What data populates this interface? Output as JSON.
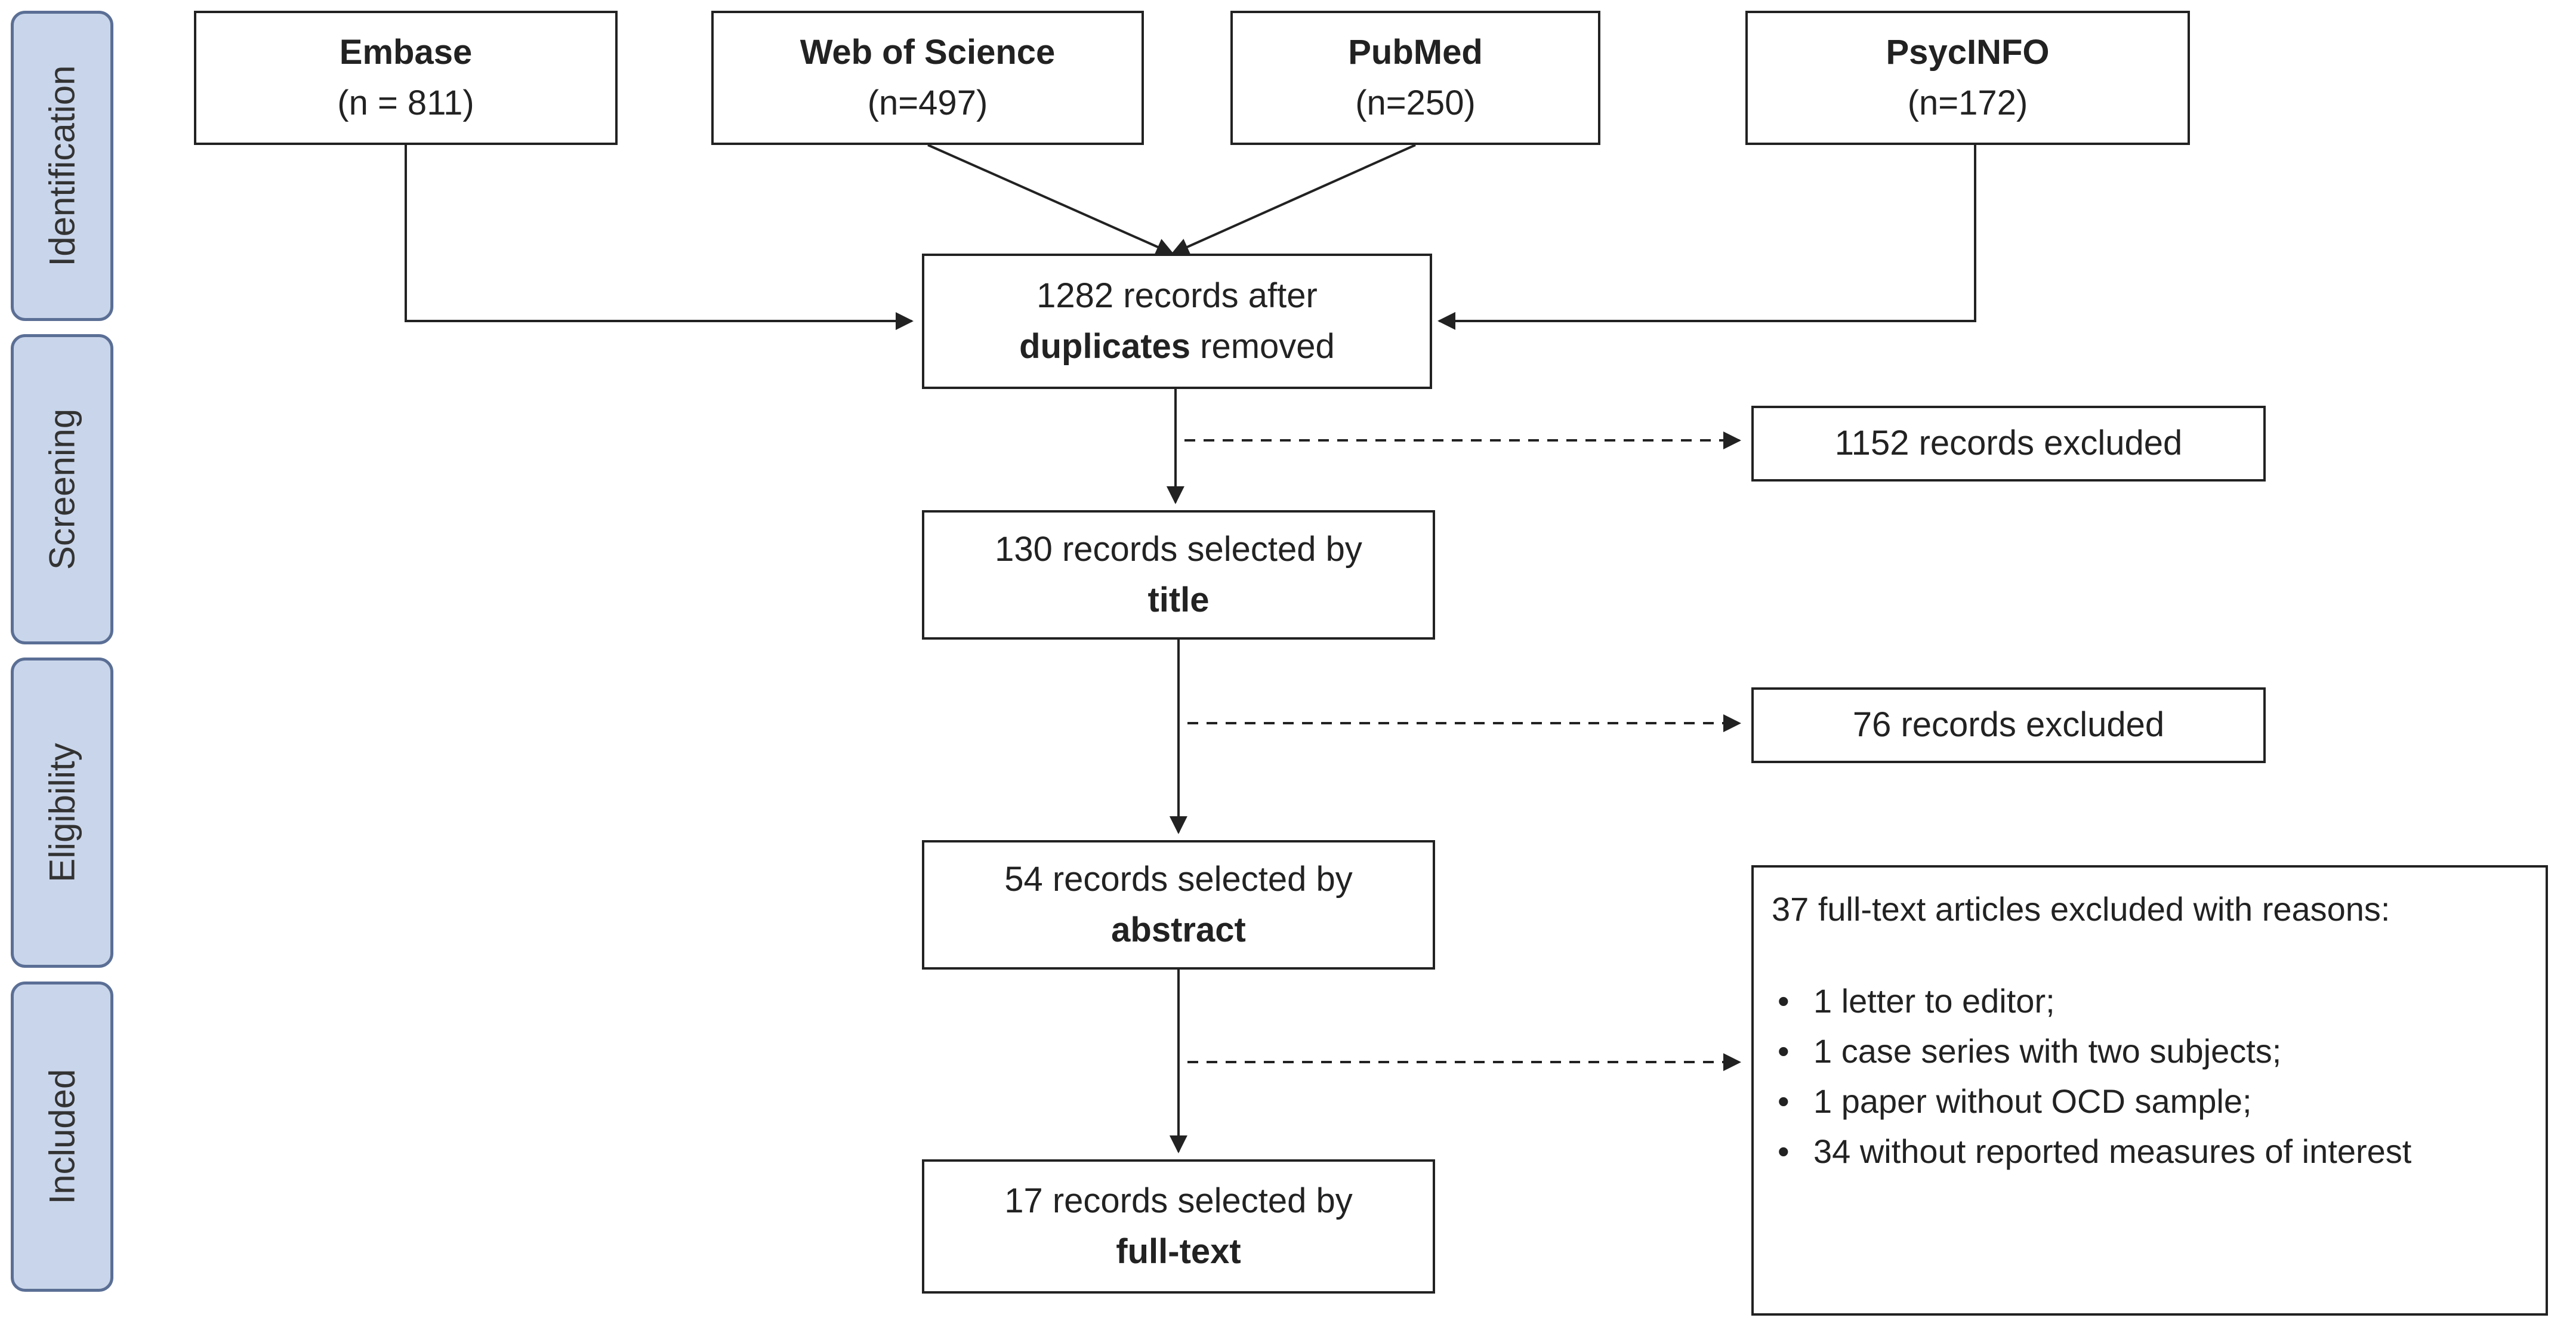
{
  "phases": [
    "Identification",
    "Screening",
    "Eligibility",
    "Included"
  ],
  "sources": [
    {
      "name": "Embase",
      "count": "(n = 811)"
    },
    {
      "name": "Web of Science",
      "count": "(n=497)"
    },
    {
      "name": "PubMed",
      "count": "(n=250)"
    },
    {
      "name": "PsycINFO",
      "count": "(n=172)"
    }
  ],
  "dedup": {
    "line1": "1282 records after",
    "bold": "duplicates",
    "rest": " removed"
  },
  "title_step": {
    "line1": "130 records selected by",
    "bold": "title"
  },
  "abstract_step": {
    "line1": "54 records selected by",
    "bold": "abstract"
  },
  "fulltext_step": {
    "line1": "17 records selected by",
    "bold": "full-text"
  },
  "excluded_screening": "1152 records excluded",
  "excluded_eligibility": "76 records excluded",
  "fulltext_exclusions": {
    "heading": "37 full-text articles excluded with reasons:",
    "items": [
      "1 letter to editor;",
      "1 case series with two subjects;",
      "1 paper without OCD sample;",
      "34 without reported measures of interest"
    ]
  }
}
